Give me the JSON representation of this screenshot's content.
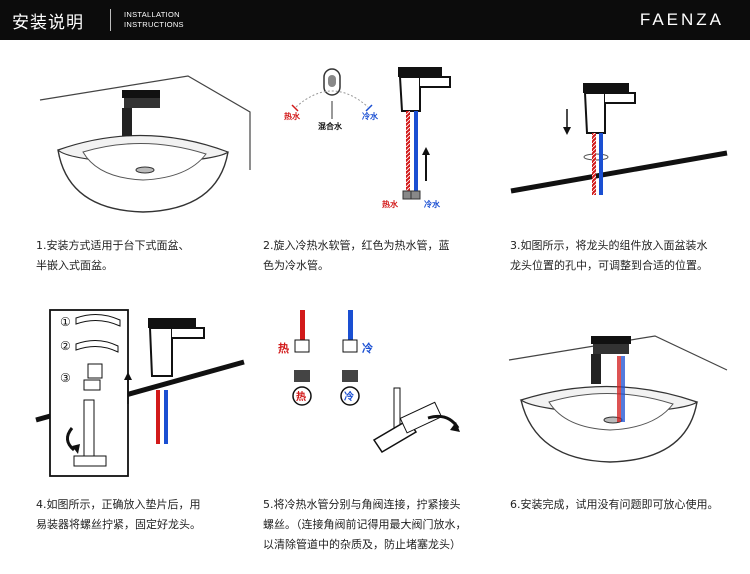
{
  "header": {
    "title": "安装说明",
    "subtitle_line1": "INSTALLATION",
    "subtitle_line2": "INSTRUCTIONS",
    "brand": "FAENZA"
  },
  "colors": {
    "hot": "#d21a1a",
    "cold": "#1a4fd2",
    "header_bg": "#0c0c0c"
  },
  "steps": [
    {
      "caption_lines": [
        "1.安装方式适用于台下式面盆、",
        "半嵌入式面盆。"
      ]
    },
    {
      "caption_lines": [
        "2.旋入冷热水软管，红色为热水管，蓝",
        "色为冷水管。"
      ],
      "labels": {
        "hot": "热水",
        "mix": "混合水",
        "cold": "冷水",
        "hot2": "热水",
        "cold2": "冷水"
      }
    },
    {
      "caption_lines": [
        "3.如图所示，将龙头的组件放入面盆装水",
        "龙头位置的孔中，可调整到合适的位置。"
      ]
    },
    {
      "caption_lines": [
        "4.如图所示，正确放入垫片后，用",
        "易装器将螺丝拧紧，固定好龙头。"
      ],
      "labels": {
        "n1": "①",
        "n2": "②",
        "n3": "③"
      }
    },
    {
      "caption_lines": [
        "5.将冷热水管分别与角阀连接，拧紧接头",
        "螺丝。（连接角阀前记得用最大阀门放水，",
        "以清除管道中的杂质及，防止堵塞龙头）"
      ],
      "labels": {
        "hot": "热",
        "cold": "冷",
        "hot_circle": "热",
        "cold_circle": "冷"
      }
    },
    {
      "caption_lines": [
        "6.安装完成，试用没有问题即可放心使用。"
      ]
    }
  ]
}
